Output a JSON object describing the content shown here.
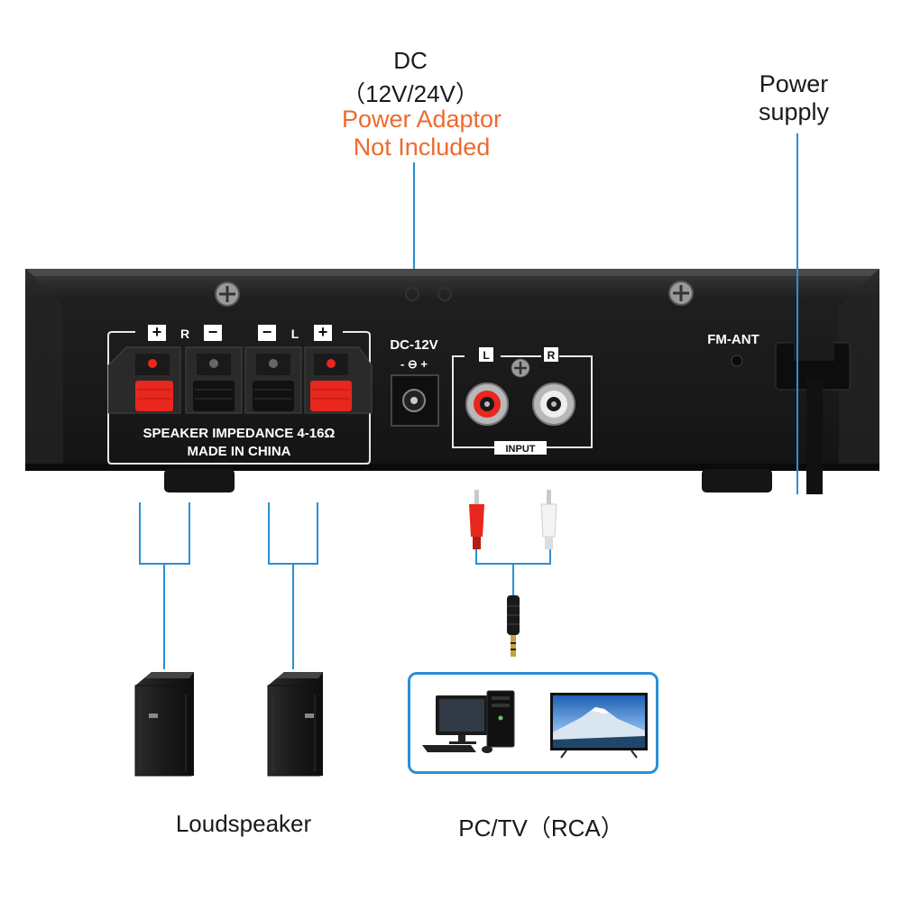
{
  "top_labels": {
    "dc_title": "DC",
    "dc_voltage": "（12V/24V）",
    "adaptor_line1": "Power Adaptor",
    "adaptor_line2": "Not Included",
    "power_line1": "Power",
    "power_line2": "supply"
  },
  "panel": {
    "speaker_plus": "+",
    "speaker_minus": "−",
    "right_channel": "R",
    "left_channel": "L",
    "impedance": "SPEAKER IMPEDANCE 4-16Ω",
    "made_in": "MADE IN CHINA",
    "dc_jack": "DC-12V",
    "dc_polarity": "- ⊖ +",
    "input_l": "L",
    "input_r": "R",
    "input_label": "INPUT",
    "fm_ant": "FM-ANT"
  },
  "bottom_labels": {
    "loudspeaker": "Loudspeaker",
    "pc_tv": "PC/TV（RCA）"
  },
  "colors": {
    "warning": "#ee6a2e",
    "connector_line": "#2a8fd6",
    "chassis": "#1c1c1c",
    "terminal_red": "#e8271e"
  },
  "icons": [
    "screw-icon",
    "speaker-terminal-icon",
    "dc-jack-icon",
    "rca-jack-icon",
    "rca-plug-icon",
    "aux-plug-icon",
    "loudspeaker-icon",
    "desktop-pc-icon",
    "tv-icon",
    "power-cable-icon"
  ]
}
